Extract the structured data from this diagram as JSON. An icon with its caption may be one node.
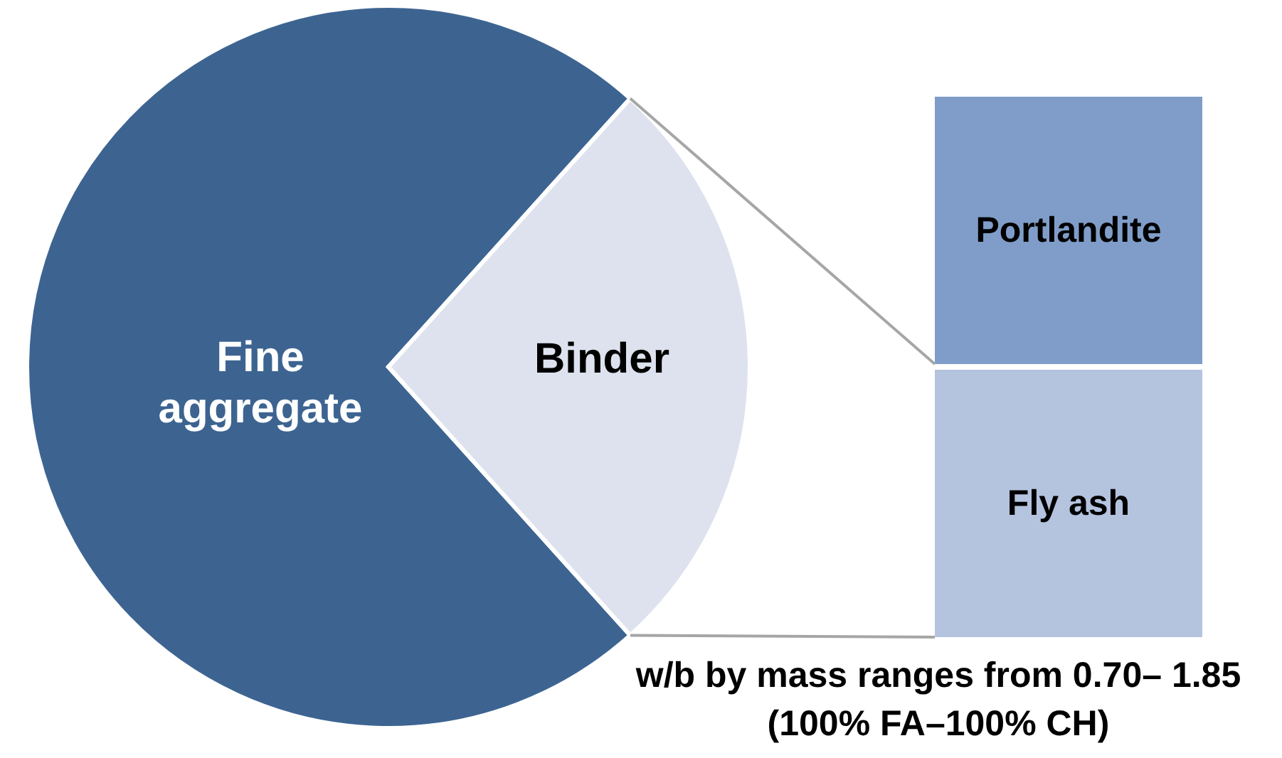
{
  "diagram": {
    "nodes": [
      {
        "text": [
          "Fine aggregate"
        ]
      },
      {
        "text": [
          "Binder"
        ]
      },
      {
        "text": [
          "Portlandite"
        ]
      },
      {
        "text": [
          "Fly ash"
        ]
      }
    ],
    "edges": [
      {
        "from": 1,
        "to": 2,
        "arrow": "none",
        "color": "#a6a6a6"
      },
      {
        "from": 1,
        "to": 3,
        "arrow": "none",
        "color": "#a6a6a6"
      }
    ],
    "labels": [
      "w/b by mass ranges from 0.70– 1.85 (100% FA–100% CH)"
    ]
  }
}
